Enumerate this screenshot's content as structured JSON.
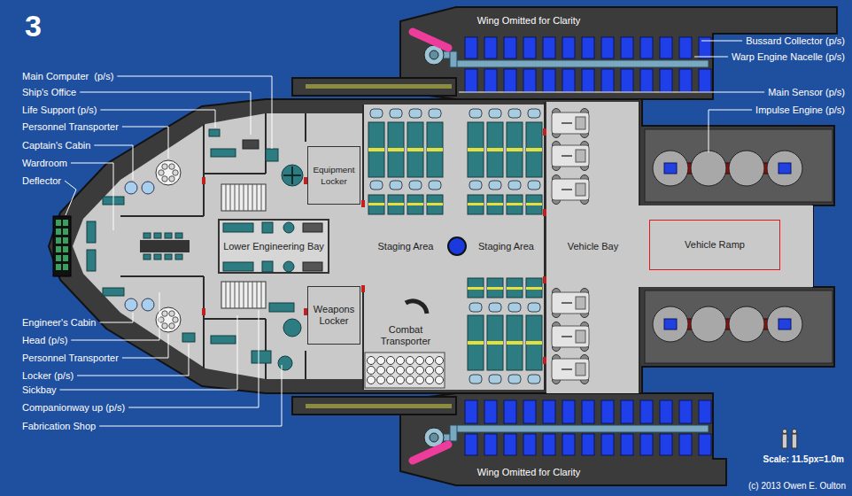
{
  "diagram": {
    "title": "3",
    "nodes": [
      {
        "text": [
          "Wing Omitted for Clarity"
        ]
      },
      {
        "text": [
          "Equipment Locker"
        ]
      },
      {
        "text": [
          "Lower Engineering Bay"
        ]
      },
      {
        "text": [
          "Staging Area"
        ]
      },
      {
        "text": [
          "Staging Area"
        ]
      },
      {
        "text": [
          "Vehicle Bay"
        ]
      },
      {
        "text": [
          "Vehicle Ramp"
        ]
      },
      {
        "text": [
          "Weapons Locker"
        ]
      },
      {
        "text": [
          "Combat Transporter"
        ]
      },
      {
        "text": [
          "Wing Omitted for Clarity"
        ]
      }
    ],
    "labels": [
      "Main Computer  (p/s)",
      "Ship's Office",
      "Life Support (p/s)",
      "Personnel Transporter",
      "Captain's Cabin",
      "Wardroom",
      "Deflector",
      "Engineer's Cabin",
      "Head (p/s)",
      "Personnel Transporter",
      "Locker (p/s)",
      "Sickbay",
      "Companionway up (p/s)",
      "Fabrication Shop",
      "Bussard Collector (p/s)",
      "Warp Engine Nacelle (p/s)",
      "Main Sensor (p/s)",
      "Impulse Engine (p/s)",
      "Scale: 11.5px=1.0m",
      "(c) 2013 Owen E. Oulton"
    ]
  }
}
